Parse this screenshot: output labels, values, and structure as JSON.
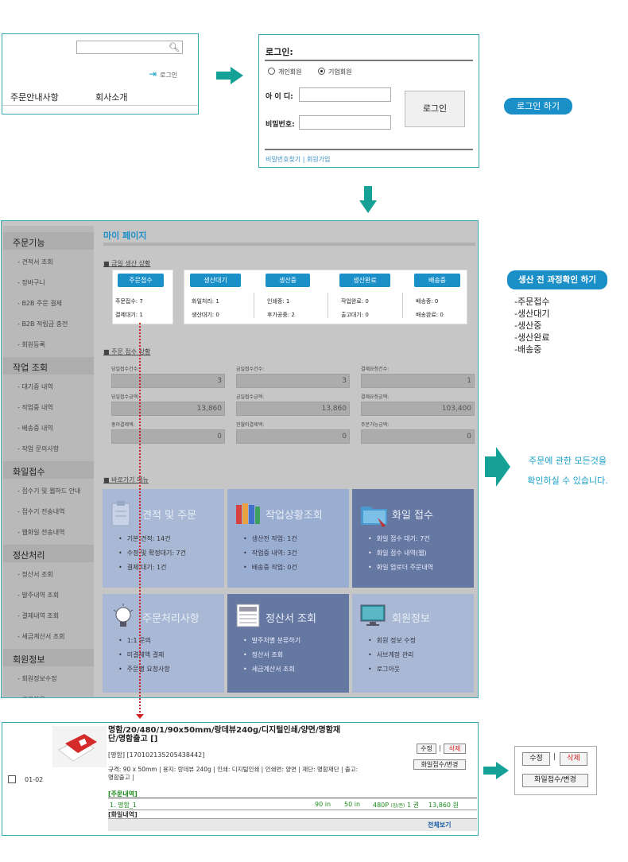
{
  "header": {
    "search_placeholder": "",
    "login_label": "로그인",
    "nav": [
      "주문안내사항",
      "회사소개"
    ]
  },
  "login": {
    "title": "로그인:",
    "radio_personal": "개인회원",
    "radio_business": "기업회원",
    "id_label": "아 이 디:",
    "pw_label": "비밀번호:",
    "button": "로그인",
    "links": "비밀번호찾기 | 회원가입"
  },
  "badge_login": "로그인 하기",
  "badge_status": "생산 전 과정확인 하기",
  "status_list": [
    "-주문접수",
    "-생산대기",
    "-생산중",
    "-생산완료",
    "-배송중"
  ],
  "side_note": [
    "주문에 관한 모든것을",
    "확인하실 수 있습니다."
  ],
  "mypage": {
    "title": "마이 페이지",
    "sidebar": [
      {
        "head": "주문기능",
        "items": [
          "견적서 조회",
          "장바구니",
          "B2B 주문 결제",
          "B2B 적립금 충전",
          "회원등록"
        ]
      },
      {
        "head": "작업 조회",
        "items": [
          "대기중 내역",
          "작업중 내역",
          "배송중 내역",
          "작업 문의사항"
        ]
      },
      {
        "head": "화일접수",
        "items": [
          "접수기 및 웹하드 안내",
          "접수기 전송내역",
          "웹화일 전송내역"
        ]
      },
      {
        "head": "정산처리",
        "items": [
          "정산서 조회",
          "발주내역 조회",
          "결제내역 조회",
          "세금계산서 조회"
        ]
      },
      {
        "head": "회원정보",
        "items": [
          "회원정보수정",
          "로그아웃"
        ]
      }
    ],
    "sec_production": "■ 금일 생산 상황",
    "sec_orders": "■ 주문 접수 상황",
    "sec_shortcuts": "■ 바로가기 메뉴",
    "stages": [
      {
        "label": "주문접수",
        "lines": [
          "주문접수: 7",
          "결제대기: 1"
        ]
      },
      {
        "label": "생산대기",
        "lines": [
          "화일처리: 1",
          "생산대기: 0"
        ]
      },
      {
        "label": "생산중",
        "lines": [
          "인쇄중: 1",
          "후가공중: 2"
        ]
      },
      {
        "label": "생산완료",
        "lines": [
          "작업완료: 0",
          "출고대기: 0"
        ]
      },
      {
        "label": "배송중",
        "lines": [
          "배송중: 0",
          "배송완료: 0"
        ]
      }
    ],
    "order_stats": [
      {
        "label": "당일접수건수:",
        "value": "3"
      },
      {
        "label": "금일접수건수:",
        "value": "3"
      },
      {
        "label": "결제요청건수:",
        "value": "1"
      },
      {
        "label": "당일접수금액:",
        "value": "13,860"
      },
      {
        "label": "금일접수금액:",
        "value": "13,860"
      },
      {
        "label": "결제요청금액:",
        "value": "103,400"
      },
      {
        "label": "총미결제액:",
        "value": "0"
      },
      {
        "label": "전월미결제액:",
        "value": "0"
      },
      {
        "label": "주문가능금액:",
        "value": "0"
      }
    ],
    "tiles": [
      {
        "title": "견적 및 주문",
        "items": [
          "기본 견적: 14건",
          "수정 및 확정대기: 7건",
          "결제 대기: 1건"
        ],
        "color": "#a9b8d4",
        "icon": "clipboard-icon"
      },
      {
        "title": "작업상황조회",
        "items": [
          "생산전 작업: 1건",
          "작업중 내역: 3건",
          "배송중 작업: 0건"
        ],
        "color": "#9aaed2",
        "icon": "binders-icon"
      },
      {
        "title": "화일 접수",
        "items": [
          "화일 접수 대기: 7건",
          "화일 접수 내역(웹)",
          "화일 업로더 주문내역"
        ],
        "color": "#6478a2",
        "icon": "folder-icon"
      },
      {
        "title": "주문처리사항",
        "items": [
          "1:1 문의",
          "미결제액 결제",
          "주문별 요청사항"
        ],
        "color": "#a9b8d4",
        "icon": "bulb-icon"
      },
      {
        "title": "정산서 조회",
        "items": [
          "발주처별 분류하기",
          "정산서 조회",
          "세금계산서 조회"
        ],
        "color": "#6478a2",
        "icon": "newspaper-icon"
      },
      {
        "title": "회원정보",
        "items": [
          "회원 정보 수정",
          "서브계정 관리",
          "로그아웃"
        ],
        "color": "#a9b8d4",
        "icon": "monitor-icon"
      }
    ]
  },
  "order": {
    "row_no": "01-02",
    "title": "명함/20/480/1/90x50mm/랑데뷰240g/디지털인쇄/양면/명함재단/명함출고 []",
    "code": "[명함] [170102135205438442]",
    "spec": "규격: 90 x 50mm | 용지: 랑데뷰 240g | 인쇄: 디지털인쇄 | 인쇄면: 양면 | 재단: 명함재단 | 출고: 명함출고 |",
    "sec_order": "[주문내역]",
    "line": {
      "name": "1. 명함_1",
      "w": "90 in",
      "h": "50 in",
      "qty": "480P",
      "unit": "(장/권)",
      "count": "1 권",
      "price": "13,860 원"
    },
    "sec_file": "[화일내역]",
    "view_all": "전체보기",
    "btn_edit": "수정",
    "sep": "|",
    "btn_delete": "삭제",
    "btn_file": "화일접수/변경"
  }
}
